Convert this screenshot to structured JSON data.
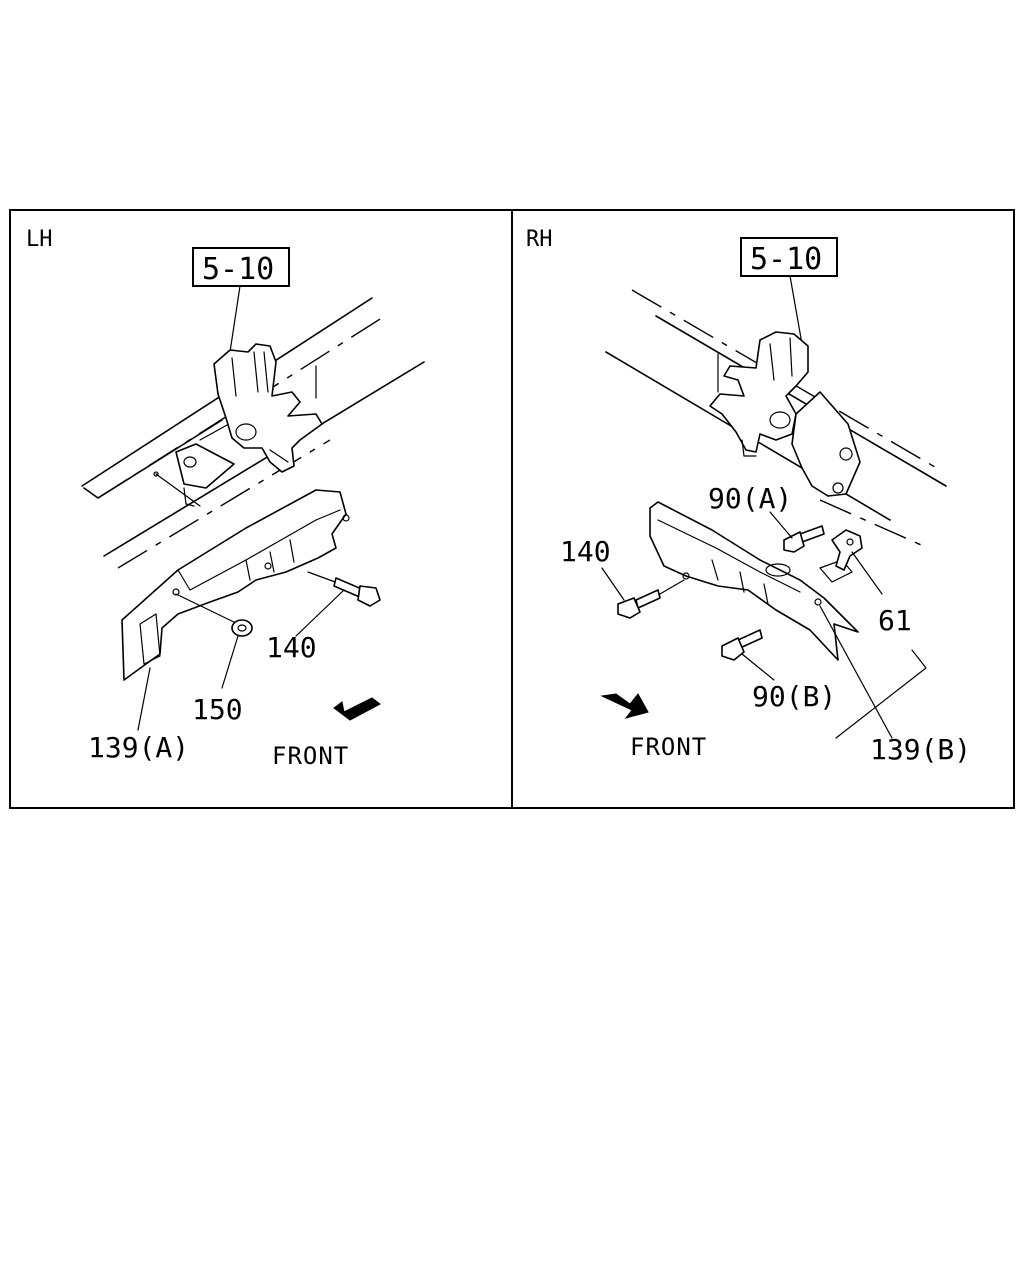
{
  "panels": {
    "left": {
      "side_label": "LH",
      "ref_box": "5-10",
      "callouts": {
        "part_139a": "139(A)",
        "part_140": "140",
        "part_150": "150"
      },
      "direction": "FRONT"
    },
    "right": {
      "side_label": "RH",
      "ref_box": "5-10",
      "callouts": {
        "part_140": "140",
        "part_90a": "90(A)",
        "part_61": "61",
        "part_90b": "90(B)",
        "part_139b": "139(B)"
      },
      "direction": "FRONT"
    }
  }
}
